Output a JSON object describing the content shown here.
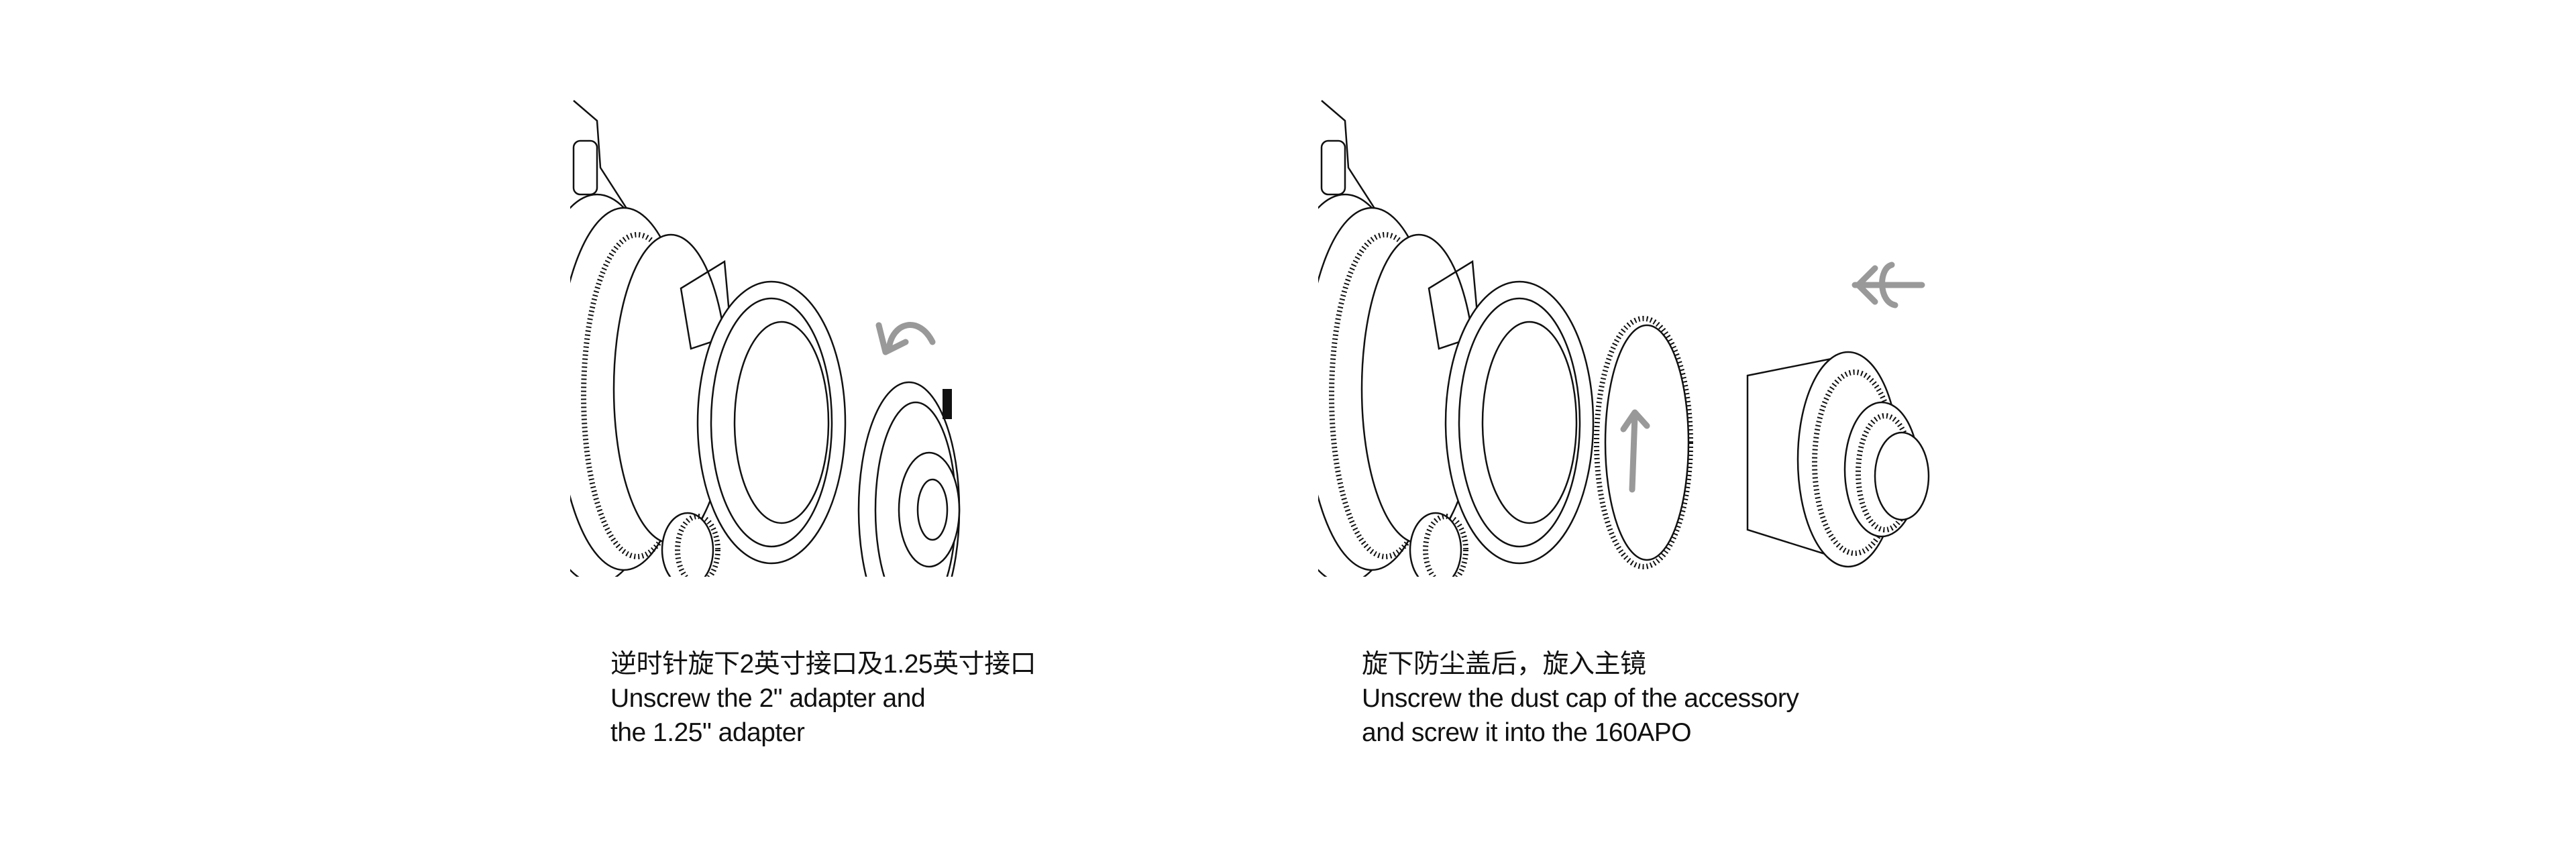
{
  "steps": [
    {
      "title_zh": "逆时针旋下2英寸接口及1.25英寸接口",
      "line1_en": "Unscrew the 2\" adapter and",
      "line2_en": "the 1.25\" adapter"
    },
    {
      "title_zh": "旋下防尘盖后，旋入主镜",
      "line1_en": "Unscrew the dust cap of the accessory",
      "line2_en": "and screw it into the 160APO"
    }
  ],
  "colors": {
    "line": "#111111",
    "arrow": "#999999",
    "background": "#ffffff"
  }
}
